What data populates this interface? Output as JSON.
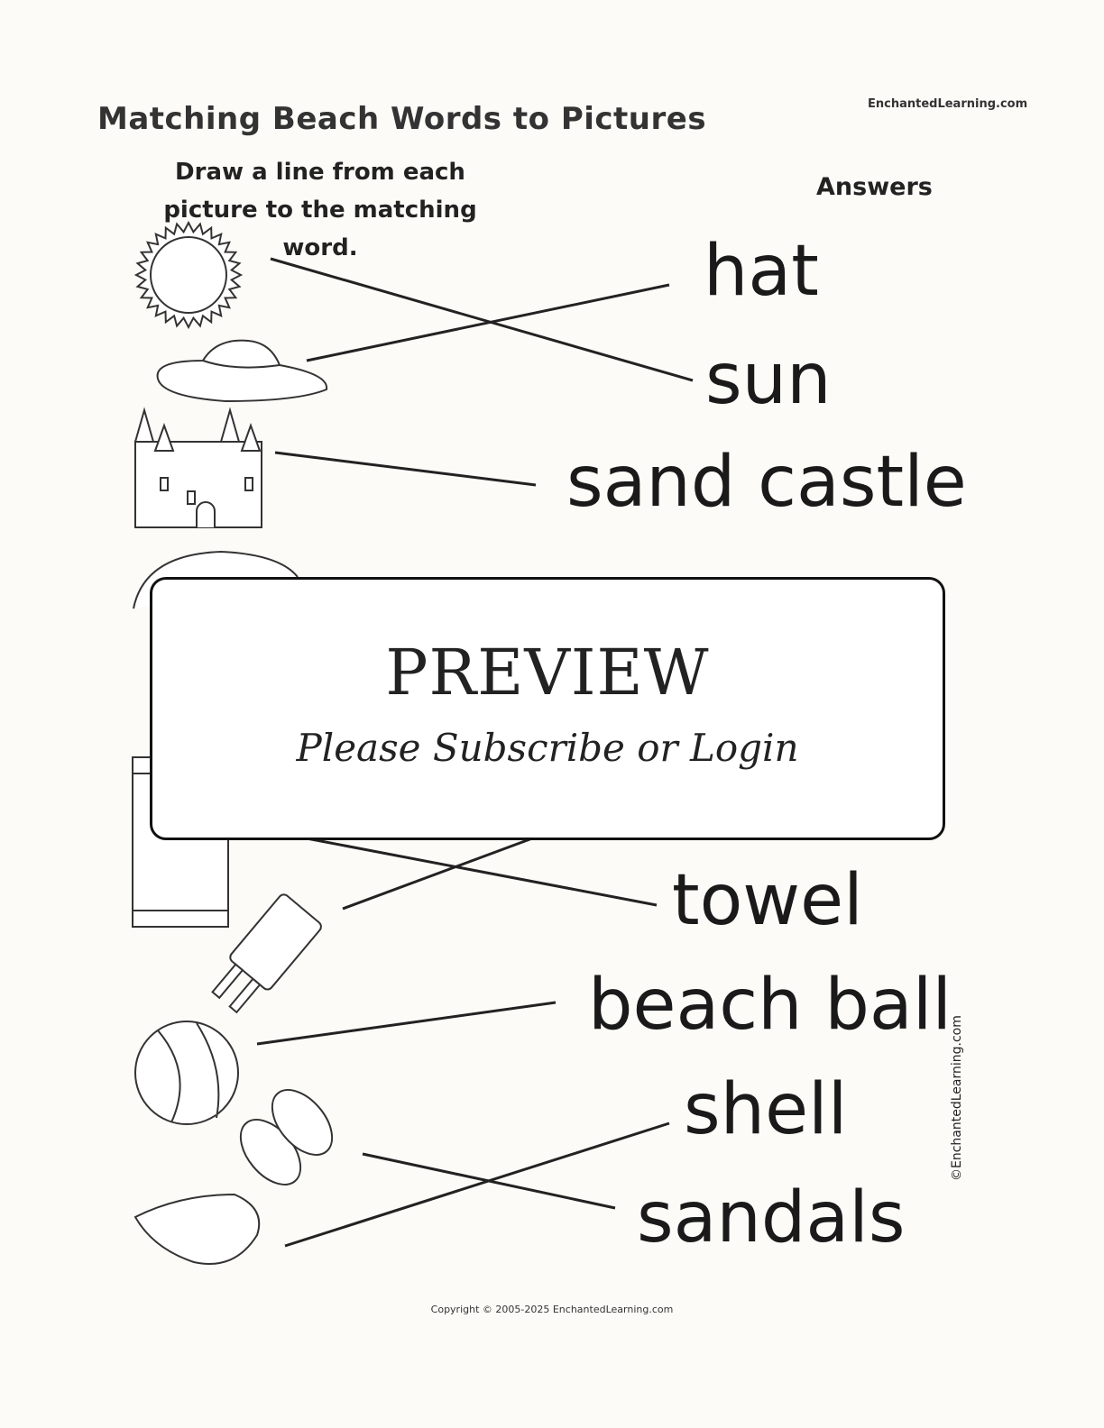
{
  "title": "Matching Beach Words to Pictures",
  "site": "EnchantedLearning.com",
  "instructions": [
    "Draw a line from each",
    "picture to the matching word."
  ],
  "answers_label": "Answers",
  "words": [
    "hat",
    "sun",
    "sand castle",
    "towel",
    "beach ball",
    "shell",
    "sandals"
  ],
  "pictures": [
    "sun",
    "hat",
    "sand castle",
    "umbrella",
    "towel",
    "popsicle",
    "beach ball",
    "sandals",
    "shell"
  ],
  "preview": {
    "heading": "PREVIEW",
    "subtext": "Please Subscribe or Login"
  },
  "vertical_credit": "©EnchantedLearning.com",
  "copyright": "Copyright © 2005-2025 EnchantedLearning.com"
}
